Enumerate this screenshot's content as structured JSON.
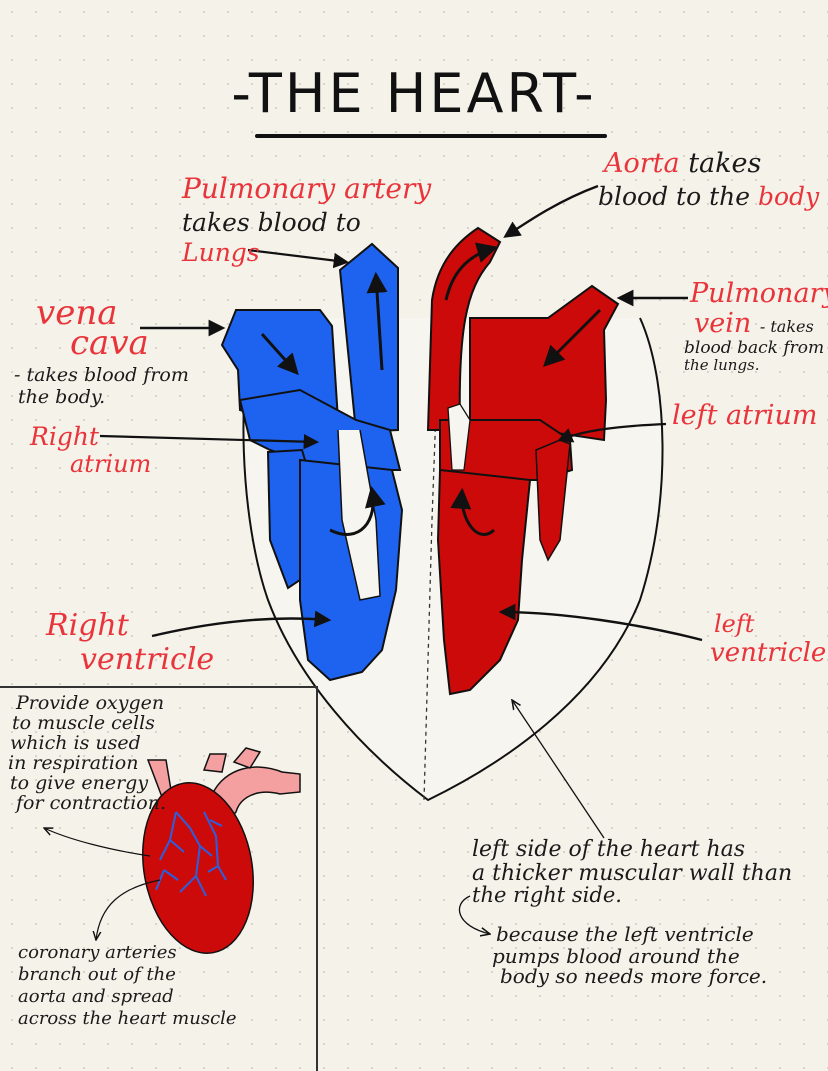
{
  "title": "-THE HEART-",
  "colors": {
    "deoxygenated_blood": "#1e63f0",
    "oxygenated_blood": "#cc0a0a",
    "label_red": "#e8343a",
    "coronary_vessel": "#f4a0a0",
    "coronary_artery_branch": "#2c5fe0"
  },
  "labels": {
    "pulmonary_artery": {
      "name": "Pulmonary artery",
      "desc_line1": "takes blood to",
      "desc_line2": "Lungs"
    },
    "aorta": {
      "name": "Aorta",
      "desc_line1_tail": "takes",
      "desc_line2_start": "blood to the",
      "desc_line2_end": "body"
    },
    "vena_cava": {
      "line1": "vena",
      "line2": "cava",
      "desc_line1": "- takes blood from",
      "desc_line2": "the body."
    },
    "pulmonary_vein": {
      "line1": "Pulmonary",
      "line2": "vein",
      "desc_inline": "- takes",
      "desc_line3": "blood back from",
      "desc_line4": "the lungs."
    },
    "right_atrium": {
      "line1": "Right",
      "line2": "atrium"
    },
    "left_atrium": {
      "text": "left atrium"
    },
    "right_ventricle": {
      "line1": "Right",
      "line2": "ventricle"
    },
    "left_ventricle": {
      "line1": "left",
      "line2": "ventricle"
    }
  },
  "wall_note": {
    "line1": "left side of the heart has",
    "line2": "a thicker muscular wall than",
    "line3": "the right side.",
    "line4": "because the left ventricle",
    "line5": "pumps blood around the",
    "line6": "body so needs more force."
  },
  "inset": {
    "oxygen_note": [
      "Provide oxygen",
      "to muscle cells",
      "which is used",
      "in respiration",
      "to give energy",
      "for contraction."
    ],
    "coronary_note": [
      "coronary arteries",
      "branch out of the",
      "aorta and spread",
      "across the heart muscle"
    ]
  }
}
